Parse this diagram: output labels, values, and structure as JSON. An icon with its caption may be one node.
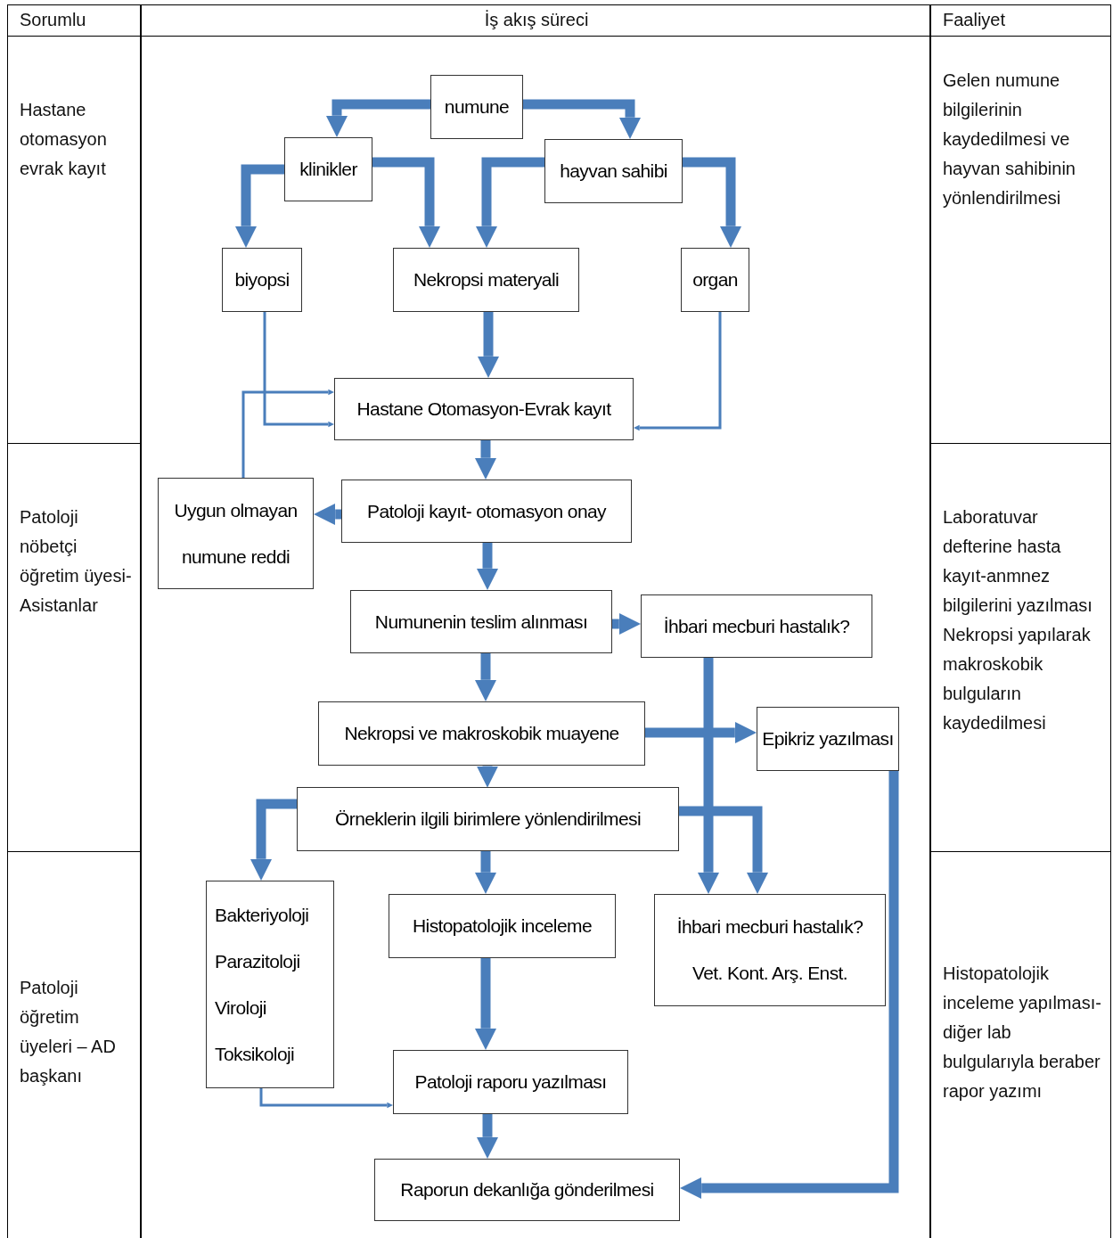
{
  "diagram": {
    "nodes": [
      {
        "text": [
          "numune"
        ]
      },
      {
        "text": [
          "klinikler"
        ]
      },
      {
        "text": [
          "hayvan sahibi"
        ]
      },
      {
        "text": [
          "biyopsi"
        ]
      },
      {
        "text": [
          "Nekropsi materyali"
        ]
      },
      {
        "text": [
          "organ"
        ]
      },
      {
        "text": [
          "Hastane Otomasyon-Evrak kayıt"
        ]
      },
      {
        "text": [
          "Uygun olmayan numune reddi"
        ]
      },
      {
        "text": [
          "Patoloji kayıt- otomasyon onay"
        ]
      },
      {
        "text": [
          "Numunenin teslim alınması"
        ]
      },
      {
        "text": [
          "İhbari mecburi hastalık?"
        ]
      },
      {
        "text": [
          "Nekropsi ve makroskobik muayene"
        ]
      },
      {
        "text": [
          "Epikriz  yazılması"
        ]
      },
      {
        "text": [
          "Örneklerin ilgili birimlere yönlendirilmesi"
        ]
      },
      {
        "text": [
          "Bakteriyoloji",
          "Parazitoloji",
          "Viroloji",
          "Toksikoloji"
        ]
      },
      {
        "text": [
          "Histopatolojik inceleme"
        ]
      },
      {
        "text": [
          "İhbari mecburi hastalık?",
          "Vet. Kont. Arş. Enst."
        ]
      },
      {
        "text": [
          "Patoloji raporu yazılması"
        ]
      },
      {
        "text": [
          "Raporun dekanlığa gönderilmesi"
        ]
      }
    ],
    "edges": [
      {
        "from": 0,
        "to": 1,
        "arrow": "to"
      },
      {
        "from": 0,
        "to": 2,
        "arrow": "to"
      },
      {
        "from": 1,
        "to": 3,
        "arrow": "to"
      },
      {
        "from": 1,
        "to": 4,
        "arrow": "to"
      },
      {
        "from": 2,
        "to": 4,
        "arrow": "to"
      },
      {
        "from": 2,
        "to": 5,
        "arrow": "to"
      },
      {
        "from": 4,
        "to": 6,
        "arrow": "to"
      },
      {
        "from": 3,
        "to": 6,
        "arrow": "to"
      },
      {
        "from": 5,
        "to": 6,
        "arrow": "to"
      },
      {
        "from": 7,
        "to": 6,
        "arrow": "to"
      },
      {
        "from": 6,
        "to": 8,
        "arrow": "to"
      },
      {
        "from": 8,
        "to": 7,
        "arrow": "to"
      },
      {
        "from": 8,
        "to": 9,
        "arrow": "to"
      },
      {
        "from": 9,
        "to": 10,
        "arrow": "to"
      },
      {
        "from": 9,
        "to": 11,
        "arrow": "to"
      },
      {
        "from": 10,
        "to": 16,
        "arrow": "to"
      },
      {
        "from": 11,
        "to": 12,
        "arrow": "to"
      },
      {
        "from": 11,
        "to": 13,
        "arrow": "to"
      },
      {
        "from": 13,
        "to": 14,
        "arrow": "to"
      },
      {
        "from": 13,
        "to": 15,
        "arrow": "to"
      },
      {
        "from": 13,
        "to": 16,
        "arrow": "to"
      },
      {
        "from": 12,
        "to": 18,
        "arrow": "to"
      },
      {
        "from": 15,
        "to": 17,
        "arrow": "to"
      },
      {
        "from": 14,
        "to": 17,
        "arrow": "to"
      },
      {
        "from": 17,
        "to": 18,
        "arrow": "to"
      }
    ],
    "labels": [
      "Sorumlu",
      "İş akış süreci",
      "Faaliyet",
      "Hastane otomasyon evrak kayıt",
      "Gelen numune bilgilerinin kaydedilmesi ve hayvan sahibinin yönlendirilmesi",
      "Patoloji nöbetçi öğretim üyesi-Asistanlar",
      "Laboratuvar defterine hasta kayıt-anmnez bilgilerini yazılması Nekropsi yapılarak makroskobik bulguların kaydedilmesi",
      "Patoloji öğretim üyeleri – AD başkanı",
      "Histopatolojik inceleme yapılması- diğer lab bulgularıyla beraber rapor yazımı"
    ]
  }
}
